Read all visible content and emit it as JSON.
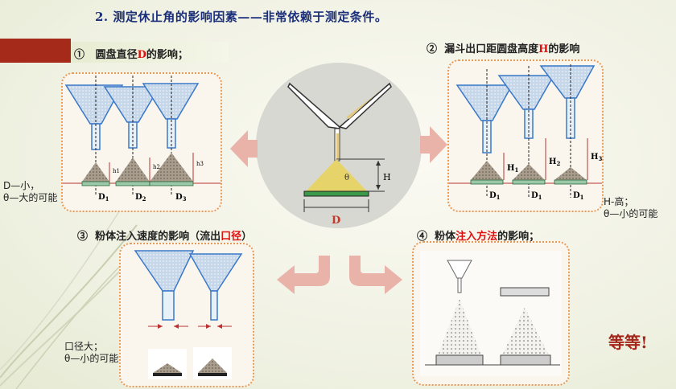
{
  "title": "2.  测定休止角的影响因素——非常依赖于测定条件。",
  "sections": {
    "s1": {
      "num": "①",
      "text_pre": "圆盘直径",
      "text_hl": "D",
      "text_post": "的影响；",
      "labels": [
        "D",
        "D",
        "D"
      ],
      "subs": [
        "1",
        "2",
        "3"
      ],
      "h_labels": [
        "h1",
        "h2",
        "h3"
      ]
    },
    "s2": {
      "num": "②",
      "text_pre": "漏斗出口距圆盘高度",
      "text_hl": "H",
      "text_post": "的影响",
      "labels": [
        "D",
        "D",
        "D"
      ],
      "subs": [
        "1",
        "1",
        "1"
      ],
      "h_labels": [
        "H",
        "H",
        "H"
      ],
      "h_subs": [
        "1",
        "2",
        "3"
      ]
    },
    "s3": {
      "num": "③",
      "text_pre": "粉体注入速度的影响（流出",
      "text_hl": "口径",
      "text_post": "）"
    },
    "s4": {
      "num": "④",
      "text_pre": "粉体",
      "text_hl": "注入方法",
      "text_post": "的影响；"
    }
  },
  "center": {
    "h_label": "H",
    "d_label": "D",
    "theta": "θ"
  },
  "notes": {
    "left1": [
      "D—小，",
      "θ—大的可能"
    ],
    "right2": [
      "H-高；",
      "θ—小的可能"
    ],
    "left3": [
      "口径大；",
      "θ—小的可能"
    ]
  },
  "etc": "等等!",
  "colors": {
    "title": "#1b2f7a",
    "highlight": "#d11111",
    "panel_border": "#e89a55",
    "arrow": "#e9a9a2",
    "funnel": "#3a78c8"
  }
}
